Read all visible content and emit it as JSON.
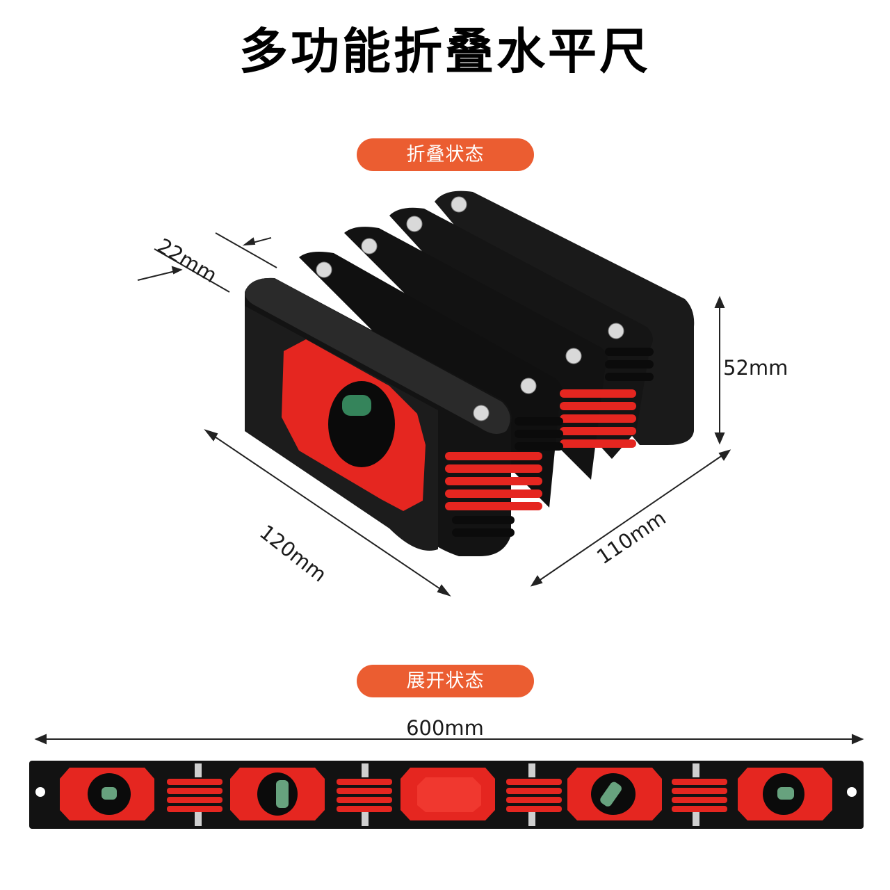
{
  "title": "多功能折叠水平尺",
  "sections": {
    "folded_label": "折叠状态",
    "unfolded_label": "展开状态"
  },
  "dimensions": {
    "width_22": "22mm",
    "height_52": "52mm",
    "length_120": "120mm",
    "depth_110": "110mm",
    "length_600": "600mm"
  },
  "colors": {
    "accent": "#eb5d31",
    "body": "#111111",
    "red_insert": "#e52620"
  }
}
